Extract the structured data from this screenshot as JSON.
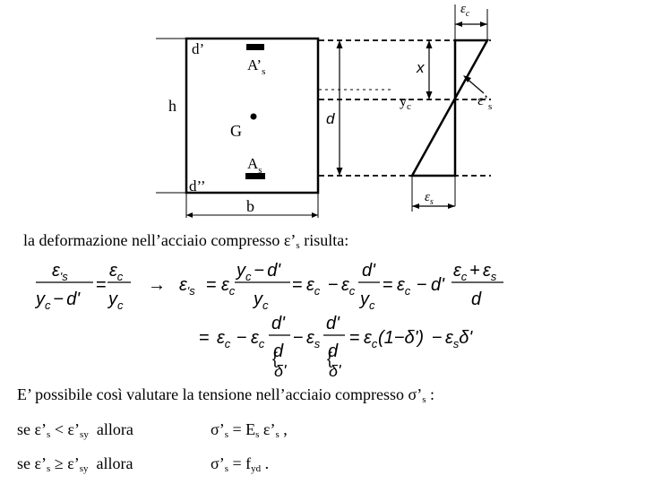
{
  "diagram": {
    "labels": {
      "d_prime": "d’",
      "d_double_prime": "d’’",
      "h": "h",
      "b": "b",
      "G": "G",
      "A_prime_s": "A’",
      "A_prime_s_sub": "s",
      "A_s": "A",
      "A_s_sub": "s",
      "x": "x",
      "d": "d",
      "y_c": "y",
      "y_c_sub": "c",
      "eps_c": "ε",
      "eps_c_sub": "c",
      "eps_s": "ε",
      "eps_s_sub": "s",
      "eps_prime_s": "ε’",
      "eps_prime_s_sub": "s"
    }
  },
  "text": {
    "line1_prefix": "la deformazione nell’acciaio compresso ε’",
    "line1_sub": "s",
    "line1_suffix": " risulta:",
    "line2_prefix": "E’ possibile così valutare la tensione nell’acciaio compresso σ’",
    "line2_sub": "s",
    "line2_suffix": " :",
    "case1": {
      "se": "se ε’",
      "s_sub": "s",
      "op": " < ε’",
      "sy_sub": "sy",
      "allora": "allora",
      "res_a": "σ’",
      "res_a_sub": "s",
      "res_b": " = E",
      "res_b_sub": "s",
      "res_c": " ε’",
      "res_c_sub": "s",
      "res_d": " ,"
    },
    "case2": {
      "se": "se ε’",
      "s_sub": "s",
      "op": " ≥ ε’",
      "sy_sub": "sy",
      "allora": "allora",
      "res_a": "σ’",
      "res_a_sub": "s",
      "res_b": " = f",
      "res_b_sub": "yd",
      "res_d": " ."
    }
  },
  "formula": {
    "eps": "ε",
    "c": "c",
    "s": "s",
    "prime_s": "'s",
    "y": "y",
    "d_prime": "d'",
    "d": "d",
    "minus": "−",
    "plus": "+",
    "equals": "=",
    "arrow": "→",
    "one_minus_delta": "(1−δ')",
    "delta_prime": "δ'",
    "brace": "{"
  }
}
